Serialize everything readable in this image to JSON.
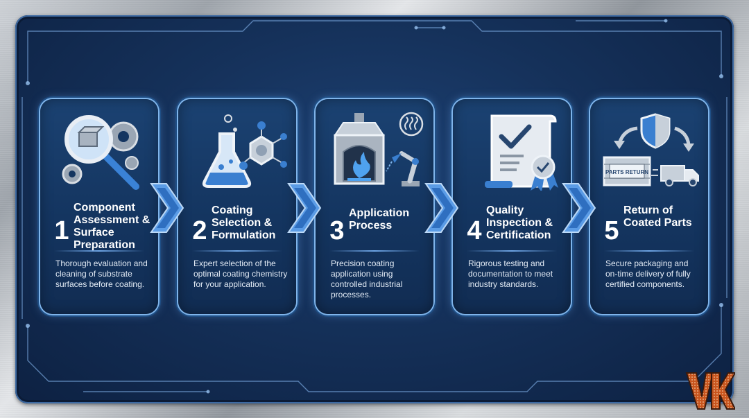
{
  "steps": [
    {
      "number": "1",
      "title": "Component Assessment & Surface Preparation",
      "description": "Thorough evaluation and cleaning of substrate surfaces before coating.",
      "icon": "magnifier-gears-icon"
    },
    {
      "number": "2",
      "title": "Coating Selection & Formulation",
      "description": "Expert selection of the optimal coating chemistry for your application.",
      "icon": "flask-molecule-icon"
    },
    {
      "number": "3",
      "title": "Application Process",
      "description": "Precision coating application using controlled industrial processes.",
      "icon": "furnace-robot-arm-icon"
    },
    {
      "number": "4",
      "title": "Quality Inspection & Certification",
      "description": "Rigorous testing and documentation to meet industry standards.",
      "icon": "certificate-check-icon"
    },
    {
      "number": "5",
      "title": "Return of Coated Parts",
      "description": "Secure packaging and on-time delivery of fully certified components.",
      "icon": "shield-box-truck-icon"
    }
  ],
  "crate_label": "PARTS RETURN",
  "logo": {
    "text": "VK",
    "color": "#c8551e"
  },
  "colors": {
    "panel": "#15315a",
    "card_border": "#7fb4ea",
    "arrow": "#5b9ce6",
    "accent_orange": "#c8551e"
  }
}
